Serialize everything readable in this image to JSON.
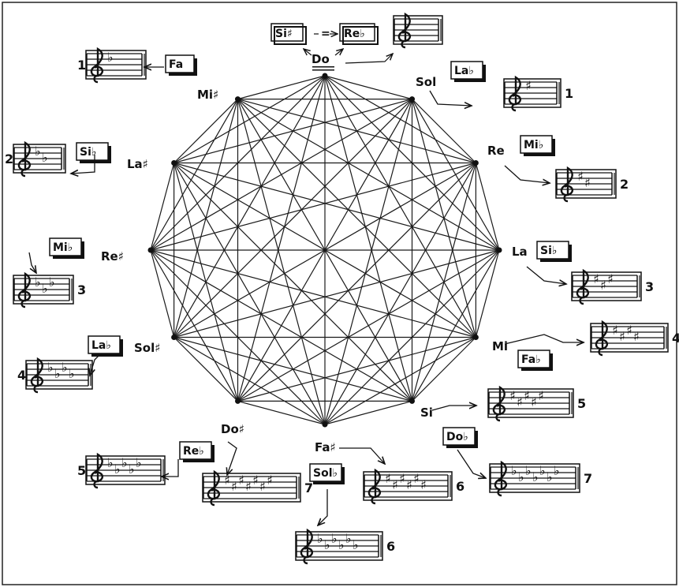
{
  "diagram": {
    "center_note": "Do",
    "enharmonic_top": {
      "left": "Si♯",
      "equals": "=",
      "right": "Re♭"
    },
    "vertices": [
      {
        "name": "Do",
        "dir": "up"
      },
      {
        "name": "Sol"
      },
      {
        "name": "Re"
      },
      {
        "name": "La"
      },
      {
        "name": "Mi"
      },
      {
        "name": "Si"
      },
      {
        "name": "Fa♯"
      },
      {
        "name": "Do♯"
      },
      {
        "name": "Sol♯"
      },
      {
        "name": "Re♯"
      },
      {
        "name": "La♯"
      },
      {
        "name": "Mi♯"
      }
    ],
    "enharmonic_boxes": [
      "La♭",
      "Mi♭",
      "Si♭",
      "Fa♭",
      "Do♭",
      "Sol♭",
      "Re♭",
      "La♭",
      "Mi♭",
      "Si♭",
      "Fa"
    ],
    "key_signatures": [
      {
        "label": "1",
        "kind": "sharp",
        "count": 1
      },
      {
        "label": "2",
        "kind": "sharp",
        "count": 2
      },
      {
        "label": "3",
        "kind": "sharp",
        "count": 3
      },
      {
        "label": "4",
        "kind": "sharp",
        "count": 4
      },
      {
        "label": "5",
        "kind": "sharp",
        "count": 5
      },
      {
        "label": "7",
        "kind": "flat",
        "count": 7
      },
      {
        "label": "6",
        "kind": "sharp",
        "count": 6
      },
      {
        "label": "6",
        "kind": "flat",
        "count": 6
      },
      {
        "label": "7",
        "kind": "sharp",
        "count": 7
      },
      {
        "label": "5",
        "kind": "flat",
        "count": 5
      },
      {
        "label": "4",
        "kind": "flat",
        "count": 4
      },
      {
        "label": "3",
        "kind": "flat",
        "count": 3
      },
      {
        "label": "2",
        "kind": "flat",
        "count": 2
      },
      {
        "label": "1",
        "kind": "flat",
        "count": 1
      },
      {
        "label": "",
        "kind": "none",
        "count": 0
      }
    ]
  }
}
